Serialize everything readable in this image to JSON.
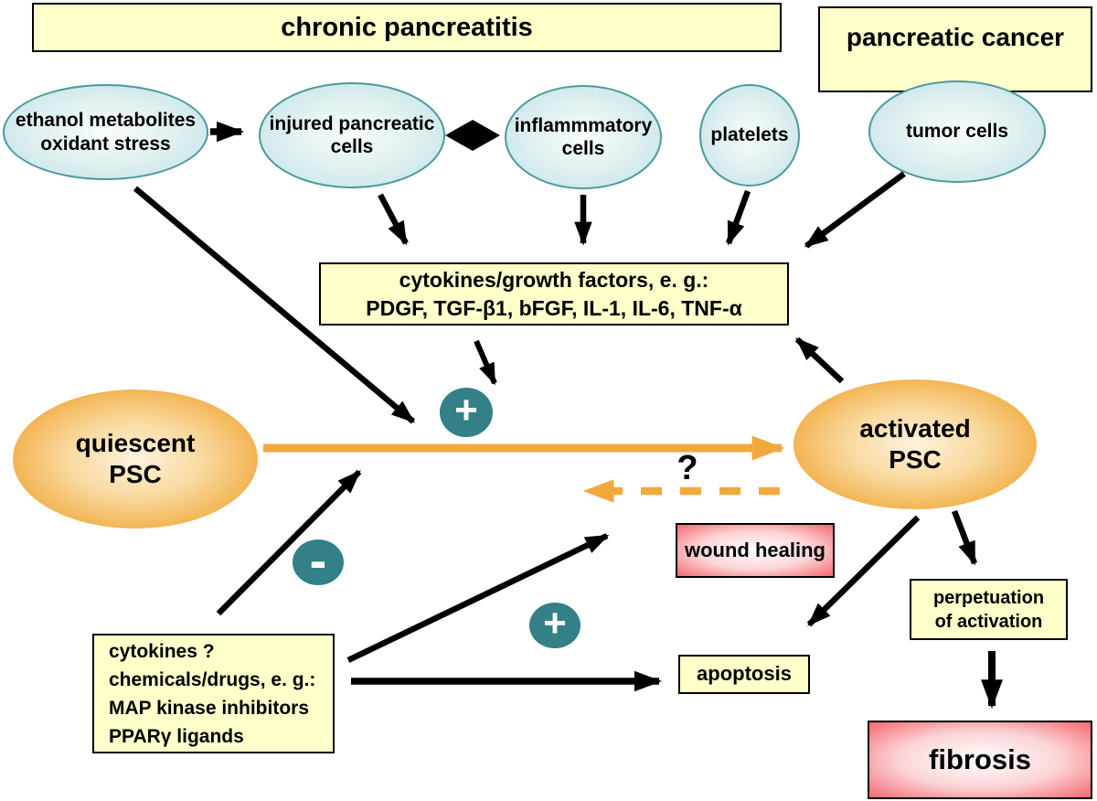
{
  "diagram": {
    "headers": {
      "chronic_pancreatitis": "chronic pancreatitis",
      "pancreatic_cancer": "pancreatic cancer"
    },
    "trigger_cells": {
      "ethanol": {
        "line1": "ethanol metabolites",
        "line2": "oxidant stress"
      },
      "injured": {
        "line1": "injured pancreatic",
        "line2": "cells"
      },
      "inflammatory": {
        "line1": "inflammmatory",
        "line2": "cells"
      },
      "platelets": {
        "label": "platelets"
      },
      "tumor": {
        "label": "tumor cells"
      }
    },
    "mediators_box": {
      "line1": "cytokines/growth factors, e. g.:",
      "line2": "PDGF, TGF-β1, bFGF, IL-1, IL-6, TNF-α"
    },
    "psc": {
      "quiescent": {
        "line1": "quiescent",
        "line2": "PSC"
      },
      "activated": {
        "line1": "activated",
        "line2": "PSC"
      }
    },
    "modulators_box": {
      "line1": "cytokines ?",
      "line2": "chemicals/drugs, e. g.:",
      "line3": "MAP kinase inhibitors",
      "line4": "PPARγ ligands"
    },
    "outcomes": {
      "wound_healing": "wound healing",
      "apoptosis": "apoptosis",
      "perpetuation": {
        "line1": "perpetuation",
        "line2": "of activation"
      },
      "fibrosis": "fibrosis"
    },
    "symbols": {
      "plus_top": "+",
      "minus": "-",
      "plus_bottom": "+",
      "question": "?"
    },
    "colors": {
      "box_yellow": "#FFFFC9",
      "cell_blue": "#BFE0E3",
      "cell_blue_border": "#4A9A9E",
      "psc_orange": "#EFA42F",
      "arrow_orange": "#F1A93E",
      "badge_teal": "#338087",
      "outcome_pink": "#F2696F",
      "arrow_black": "#000000"
    }
  }
}
